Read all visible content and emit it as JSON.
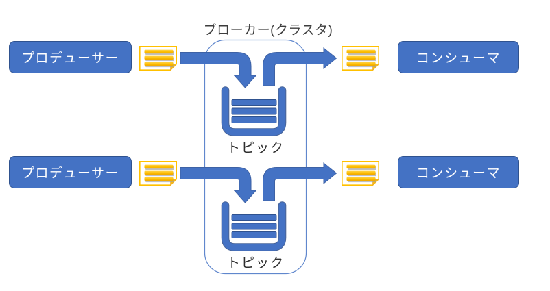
{
  "title": "ブローカー(クラスタ)",
  "rows": [
    {
      "producer": "プロデューサー",
      "topic": "トピック",
      "consumer": "コンシューマ"
    },
    {
      "producer": "プロデューサー",
      "topic": "トピック",
      "consumer": "コンシューマ"
    }
  ],
  "icons": {
    "message": "message-note-icon",
    "topic": "topic-queue-icon"
  },
  "colors": {
    "node_fill": "#4472C4",
    "node_border": "#2F528F",
    "arrow_fill": "#4472C4",
    "cluster_border": "#4472C4",
    "message_gold": "#FFC000",
    "node_text": "#FFFFFF",
    "label_text": "#3D3D3D"
  }
}
